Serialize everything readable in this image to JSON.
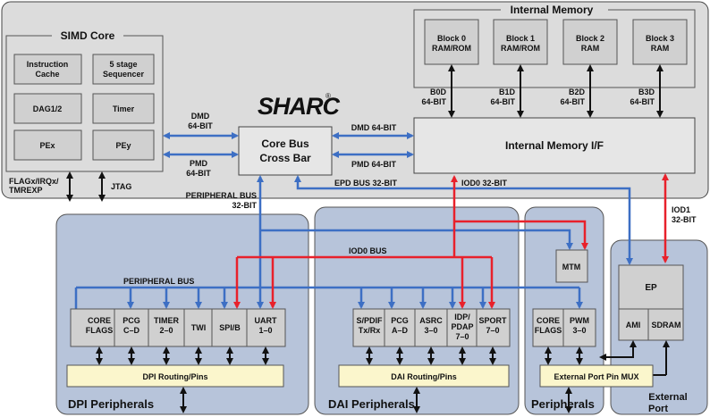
{
  "logo": {
    "text": "SHARC",
    "mark": "®"
  },
  "simd": {
    "title": "SIMD Core",
    "blocks": [
      "Instruction",
      "Cache",
      "5 stage",
      "Sequencer",
      "DAG1/2",
      "Timer",
      "PEx",
      "PEy"
    ],
    "flag_pins": [
      "FLAGx/IRQx/",
      "TMREXP"
    ],
    "jtag": "JTAG"
  },
  "buses": {
    "dmd": [
      "DMD",
      "64-BIT"
    ],
    "pmd": [
      "PMD",
      "64-BIT"
    ],
    "dmd_right": "DMD 64-BIT",
    "pmd_right": "PMD 64-BIT",
    "epd": "EPD BUS 32-BIT",
    "iod0": "IOD0 32-BIT",
    "peripheral_bus": [
      "PERIPHERAL BUS",
      "32-BIT"
    ],
    "iod0_bus": "IOD0 BUS",
    "periph_bus_lower": "PERIPHERAL BUS",
    "iod1": [
      "IOD1",
      "32-BIT"
    ]
  },
  "crossbar": [
    "Core Bus",
    "Cross Bar"
  ],
  "memory": {
    "title": "Internal Memory",
    "blocks": [
      [
        "Block 0",
        "RAM/ROM"
      ],
      [
        "Block 1",
        "RAM/ROM"
      ],
      [
        "Block 2",
        "RAM"
      ],
      [
        "Block 3",
        "RAM"
      ]
    ],
    "bus_labels": [
      [
        "B0D",
        "64-BIT"
      ],
      [
        "B1D",
        "64-BIT"
      ],
      [
        "B2D",
        "64-BIT"
      ],
      [
        "B3D",
        "64-BIT"
      ]
    ],
    "interface": "Internal Memory I/F"
  },
  "dpi": {
    "title": "DPI Peripherals",
    "routing": "DPI Routing/Pins",
    "blocks": [
      [
        "CORE",
        "FLAGS"
      ],
      [
        "PCG",
        "C–D"
      ],
      [
        "TIMER",
        "2–0"
      ],
      [
        "TWI"
      ],
      [
        "SPI/B"
      ],
      [
        "UART",
        "1–0"
      ]
    ]
  },
  "dai": {
    "title": "DAI Peripherals",
    "routing": "DAI Routing/Pins",
    "blocks": [
      [
        "S/PDIF",
        "Tx/Rx"
      ],
      [
        "PCG",
        "A–D"
      ],
      [
        "ASRC",
        "3–0"
      ],
      [
        "IDP/",
        "PDAP",
        "7–0"
      ],
      [
        "SPORT",
        "7–0"
      ]
    ]
  },
  "periph": {
    "title": "Peripherals",
    "mtm": "MTM",
    "blocks": [
      [
        "CORE",
        "FLAGS"
      ],
      [
        "PWM",
        "3–0"
      ]
    ],
    "mux": "External Port Pin MUX"
  },
  "ext": {
    "title": [
      "External",
      "Port"
    ],
    "ep": "EP",
    "ami": "AMI",
    "sdram": "SDRAM"
  },
  "colors": {
    "blue": "#3d6fc4",
    "red": "#e8212b",
    "panel": "#dcdcdc",
    "subpanel": "#b7c4da",
    "routing": "#fbf6cc"
  }
}
